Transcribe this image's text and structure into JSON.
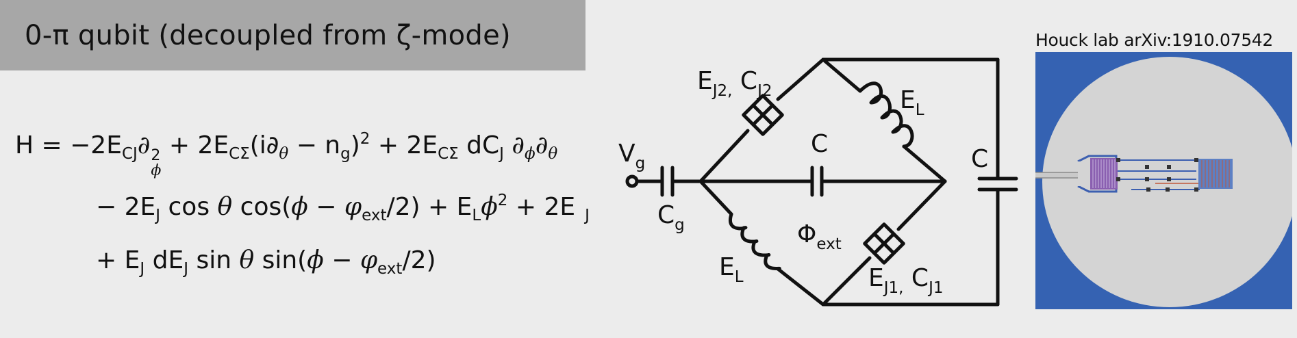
{
  "title": "0-π  qubit  (decoupled from ζ-mode)",
  "equation": {
    "H": "H",
    "eqsign": " = −2E",
    "s_CJ": "CJ",
    "d1": "∂",
    "phi": "ϕ",
    "two": "2",
    "plus1": " + 2E",
    "s_CS1": "CΣ",
    "paren": "(i∂",
    "theta": "θ",
    "minus_n": " − n",
    "s_g": "g",
    "sq": "2",
    "plus2": " + 2E",
    "s_CS2": "CΣ",
    "dCJ": " dC",
    "s_J1": "J",
    "dphi": " ∂",
    "s_phi": "ϕ",
    "dth": "∂",
    "s_th": "θ",
    "l2a": "− 2E",
    "s_J2": "J",
    "cos1": " cos ",
    "theta2": "θ",
    "cos2": " cos(",
    "phi2": "ϕ",
    "minus2": " − ",
    "varphi": "φ",
    "s_ext1": "ext",
    "slash2": "/2) + E",
    "s_L": "L",
    "phi3": "ϕ",
    "sq2": "2",
    "plus3": " + 2E",
    "s_J3": "J",
    "l3a": "+ E",
    "s_J4": "J",
    "dE": " dE",
    "s_J5": "J",
    "sin1": " sin ",
    "theta3": "θ",
    "sin2": " sin(",
    "phi4": "ϕ",
    "minus3": " − ",
    "varphi2": "φ",
    "s_ext2": "ext",
    "slash3": "/2)"
  },
  "circuit": {
    "vg": "V",
    "vg_sub": "g",
    "cg": "C",
    "cg_sub": "g",
    "ej2": "E",
    "ej2_sub": "J2,",
    "cj2": " C",
    "cj2_sub": "J2",
    "el_top": "E",
    "el_top_sub": "L",
    "c_mid": "C",
    "c_right": "C",
    "phi_ext": "Φ",
    "phi_ext_sub": "ext",
    "el_bottom": "E",
    "el_bottom_sub": "L",
    "ej1": "E",
    "ej1_sub": "J1,",
    "cj1": " C",
    "cj1_sub": "J1"
  },
  "credit": "Houck lab   arXiv:1910.07542",
  "colors": {
    "title_bg": "#a7a7a7",
    "page_bg": "#ececec",
    "photo_bg": "#3562b2",
    "chip_disc": "#d4d4d4"
  }
}
